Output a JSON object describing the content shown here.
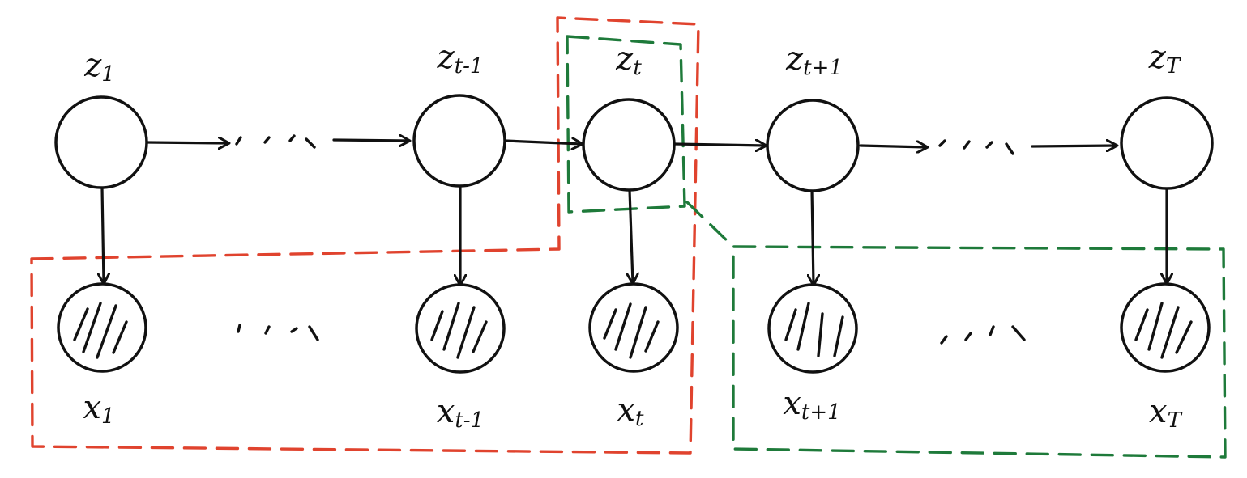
{
  "colors": {
    "ink": "#111111",
    "past_region": "#e0432e",
    "future_region": "#1e7a3a"
  },
  "latent_nodes": [
    {
      "id": "z1",
      "base": "z",
      "sub": "1"
    },
    {
      "id": "zt-1",
      "base": "z",
      "sub": "t-1"
    },
    {
      "id": "zt",
      "base": "z",
      "sub": "t"
    },
    {
      "id": "zt+1",
      "base": "z",
      "sub": "t+1"
    },
    {
      "id": "zT",
      "base": "z",
      "sub": "T"
    }
  ],
  "observed_nodes": [
    {
      "id": "x1",
      "base": "x",
      "sub": "1"
    },
    {
      "id": "xt-1",
      "base": "x",
      "sub": "t-1"
    },
    {
      "id": "xt",
      "base": "x",
      "sub": "t"
    },
    {
      "id": "xt+1",
      "base": "x",
      "sub": "t+1"
    },
    {
      "id": "xT",
      "base": "x",
      "sub": "T"
    }
  ],
  "ellipses": {
    "top_left": ". . .",
    "top_right": ". . .",
    "bottom_left": ". . .",
    "bottom_right": ". . ."
  }
}
